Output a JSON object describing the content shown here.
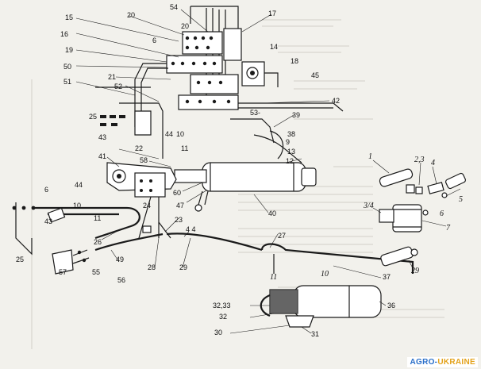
{
  "labels": {
    "l15": "15",
    "l16": "16",
    "l19": "19",
    "l50": "50",
    "l51": "51",
    "l52": "52",
    "l21": "21",
    "l20": "20",
    "l6a": "6",
    "l54": "54",
    "l20b": "20",
    "l17": "17",
    "l14": "14",
    "l45": "45",
    "l18": "18",
    "l42": "42",
    "l39": "39",
    "l53": "53-",
    "l25": "25",
    "l43": "43",
    "l44a": "44",
    "l10a": "10",
    "l22": "22",
    "l41": "41",
    "l58": "58",
    "l38": "38",
    "l9": "9",
    "l13": "13",
    "l12": "12",
    "l11a": "11",
    "l24": "24",
    "l60": "60",
    "l47": "47",
    "l40": "40",
    "l23": "23",
    "l44b": "4 4",
    "l6b": "6",
    "l43b": "43",
    "l44c": "44",
    "l10b": "10",
    "l11b": "11",
    "l25b": "25",
    "l26": "26",
    "l57": "57",
    "l55": "55",
    "l56": "56",
    "l49": "49",
    "l28": "28",
    "l29": "29",
    "l27": "27",
    "l37": "37",
    "l10c": "10",
    "l11c": "11",
    "l3233": "32,33",
    "l32": "32",
    "l30": "30",
    "l31": "31",
    "l36": "36",
    "r1": "1",
    "r23": "2,3",
    "r4": "4",
    "r5": "5",
    "r6": "6",
    "r34": "3/4",
    "r7": "7",
    "r29": "29"
  },
  "watermark": {
    "part1": "AGRO-",
    "part2": "UKRAINE",
    "color1": "#2a6fc9",
    "color2": "#e3a21a"
  }
}
